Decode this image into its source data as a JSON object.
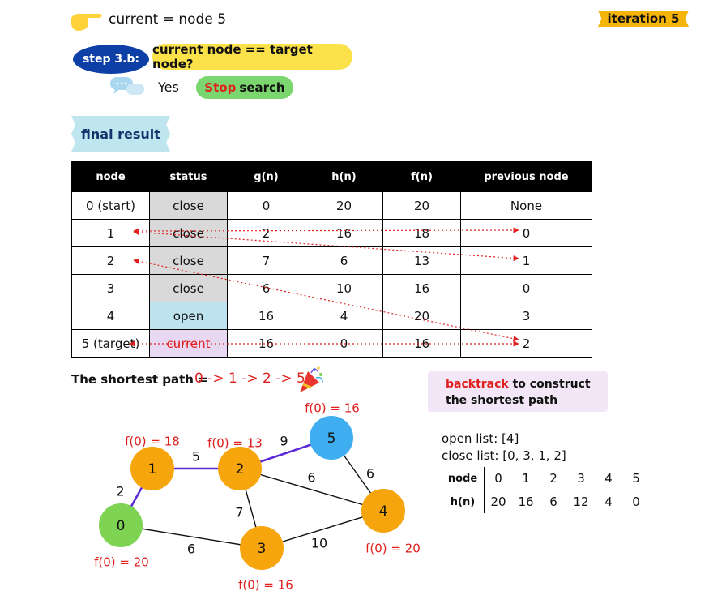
{
  "header": {
    "current": "current = node 5",
    "iteration": "iteration 5"
  },
  "step": {
    "label": "step 3.b:",
    "question": "current node == target node?",
    "answer": "Yes",
    "action_stop": "Stop",
    "action_rest": "search"
  },
  "final_label": "final result",
  "table": {
    "headers": [
      "node",
      "status",
      "g(n)",
      "h(n)",
      "f(n)",
      "previous node"
    ],
    "rows": [
      {
        "node": "0 (start)",
        "status": "close",
        "g": "0",
        "h": "20",
        "f": "20",
        "prev": "None"
      },
      {
        "node": "1",
        "status": "close",
        "g": "2",
        "h": "16",
        "f": "18",
        "prev": "0"
      },
      {
        "node": "2",
        "status": "close",
        "g": "7",
        "h": "6",
        "f": "13",
        "prev": "1"
      },
      {
        "node": "3",
        "status": "close",
        "g": "6",
        "h": "10",
        "f": "16",
        "prev": "0"
      },
      {
        "node": "4",
        "status": "open",
        "g": "16",
        "h": "4",
        "f": "20",
        "prev": "3"
      },
      {
        "node": "5 (target)",
        "status": "current",
        "g": "16",
        "h": "0",
        "f": "16",
        "prev": "2"
      }
    ]
  },
  "shortest_path": {
    "label": "The shortest path =",
    "path": "0 -> 1 -> 2 -> 5"
  },
  "backtrack": {
    "word": "backtrack",
    "rest": "to construct",
    "line2": "the shortest path"
  },
  "lists": {
    "open": "open list: [4]",
    "close": "close list: [0, 3, 1, 2]"
  },
  "hn_table": {
    "row_header_1": "node",
    "row_header_2": "h(n)",
    "nodes": [
      "0",
      "1",
      "2",
      "3",
      "4",
      "5"
    ],
    "values": [
      "20",
      "16",
      "6",
      "12",
      "4",
      "0"
    ]
  },
  "graph": {
    "nodes": [
      {
        "id": "0",
        "label": "0",
        "f_label": "f(0) = 20",
        "color": "#7ed352"
      },
      {
        "id": "1",
        "label": "1",
        "f_label": "f(0) = 18",
        "color": "#f7a50c"
      },
      {
        "id": "2",
        "label": "2",
        "f_label": "f(0) = 13",
        "color": "#f7a50c"
      },
      {
        "id": "3",
        "label": "3",
        "f_label": "f(0) = 16",
        "color": "#f7a50c"
      },
      {
        "id": "4",
        "label": "4",
        "f_label": "f(0) = 20",
        "color": "#f7a50c"
      },
      {
        "id": "5",
        "label": "5",
        "f_label": "f(0) = 16",
        "color": "#3eaef1"
      }
    ],
    "edges": [
      {
        "from": "0",
        "to": "1",
        "weight": "2",
        "on_path": true
      },
      {
        "from": "1",
        "to": "2",
        "weight": "5",
        "on_path": true
      },
      {
        "from": "2",
        "to": "5",
        "weight": "9",
        "on_path": true
      },
      {
        "from": "0",
        "to": "3",
        "weight": "6",
        "on_path": false
      },
      {
        "from": "2",
        "to": "3",
        "weight": "7",
        "on_path": false
      },
      {
        "from": "2",
        "to": "4",
        "weight": "6",
        "on_path": false
      },
      {
        "from": "3",
        "to": "4",
        "weight": "10",
        "on_path": false
      },
      {
        "from": "5",
        "to": "4",
        "weight": "6",
        "on_path": false
      }
    ]
  },
  "colors": {
    "path_edge": "#5b2bd6",
    "edge": "#111111",
    "accent_red": "#e0201e",
    "backtrack_arrow": "#e0201e"
  }
}
